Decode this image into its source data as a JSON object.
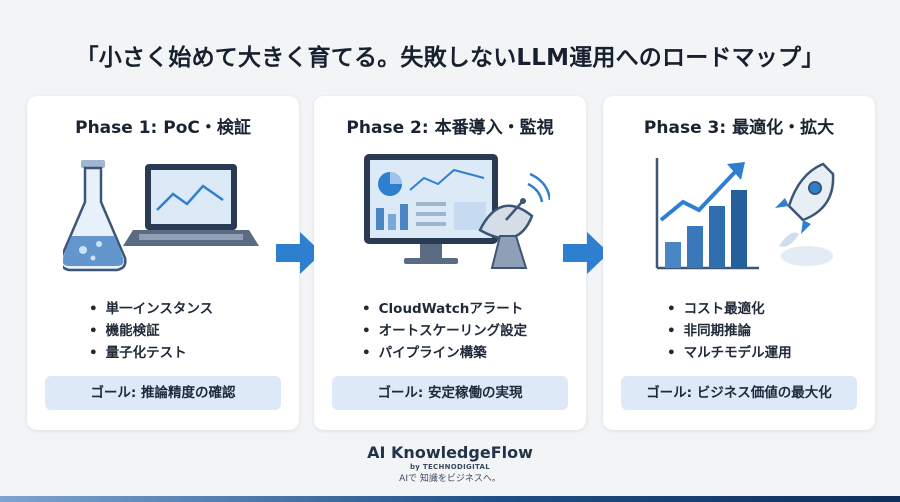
{
  "title": "「小さく始めて大きく育てる。失敗しないLLM運用へのロードマップ」",
  "phases": [
    {
      "title": "Phase 1: PoC・検証",
      "bullets": [
        "単一インスタンス",
        "機能検証",
        "量子化テスト"
      ],
      "goal": "ゴール: 推論精度の確認",
      "illustration": [
        "flask-icon",
        "laptop-icon"
      ]
    },
    {
      "title": "Phase 2: 本番導入・監視",
      "bullets": [
        "CloudWatchアラート",
        "オートスケーリング設定",
        "パイプライン構築"
      ],
      "goal": "ゴール: 安定稼働の実現",
      "illustration": [
        "monitor-dashboard-icon",
        "satellite-dish-icon"
      ]
    },
    {
      "title": "Phase 3: 最適化・拡大",
      "bullets": [
        "コスト最適化",
        "非同期推論",
        "マルチモデル運用"
      ],
      "goal": "ゴール: ビジネス価値の最大化",
      "illustration": [
        "growth-chart-icon",
        "rocket-icon"
      ]
    }
  ],
  "brand": {
    "name": "AI KnowledgeFlow",
    "byline": "by TECHNODIGITAL",
    "tagline": "AIで 知識をビジネスへ。"
  },
  "colors": {
    "accent": "#2f7fd0",
    "goal_bg": "#dde9f6",
    "card_bg": "#ffffff",
    "page_bg": "#f3f4f6"
  }
}
